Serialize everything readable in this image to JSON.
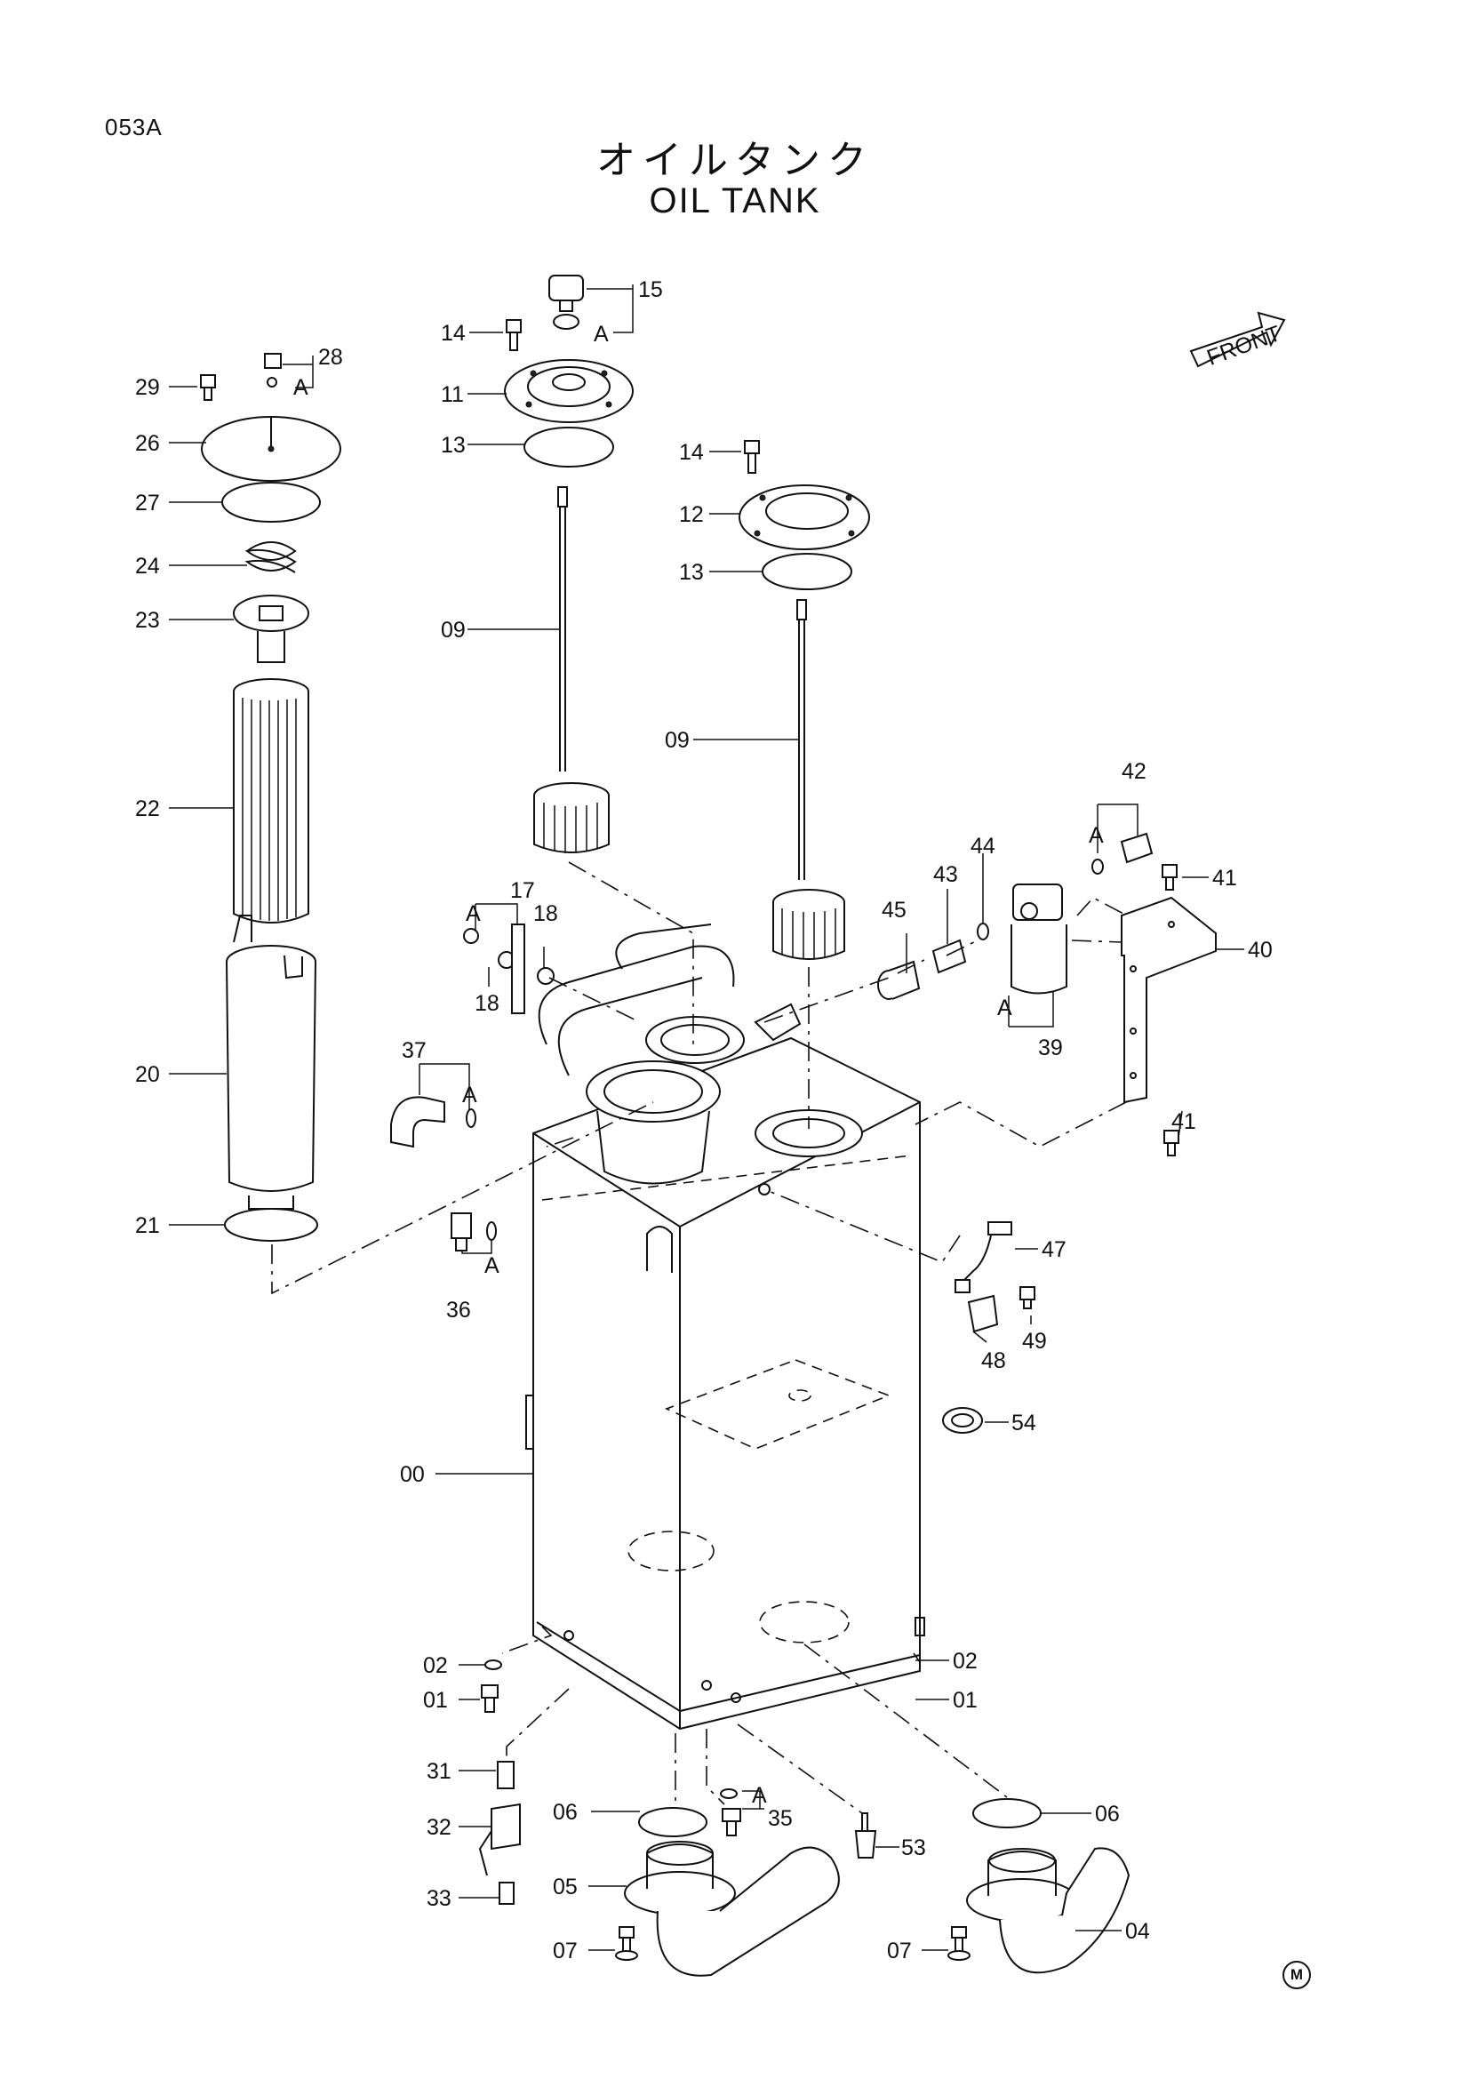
{
  "page_code": "053A",
  "title_jp": "オイルタンク",
  "title_en": "OIL TANK",
  "front_label": "FRONT",
  "detail_ref": "A",
  "mfr_mark": "M",
  "labels": {
    "p00": "00",
    "p01a": "01",
    "p01b": "01",
    "p02a": "02",
    "p02b": "02",
    "p04": "04",
    "p05": "05",
    "p06a": "06",
    "p06b": "06",
    "p07a": "07",
    "p07b": "07",
    "p09a": "09",
    "p09b": "09",
    "p11": "11",
    "p12": "12",
    "p13a": "13",
    "p13b": "13",
    "p14a": "14",
    "p14b": "14",
    "p15": "15",
    "p17": "17",
    "p18a": "18",
    "p18b": "18",
    "p20": "20",
    "p21": "21",
    "p22": "22",
    "p23": "23",
    "p24": "24",
    "p26": "26",
    "p27": "27",
    "p28": "28",
    "p29": "29",
    "p31": "31",
    "p32": "32",
    "p33": "33",
    "p35": "35",
    "p36": "36",
    "p37": "37",
    "p39": "39",
    "p40": "40",
    "p41a": "41",
    "p41b": "41",
    "p42": "42",
    "p43": "43",
    "p44": "44",
    "p45": "45",
    "p47": "47",
    "p48": "48",
    "p49": "49",
    "p53": "53",
    "p54": "54"
  }
}
